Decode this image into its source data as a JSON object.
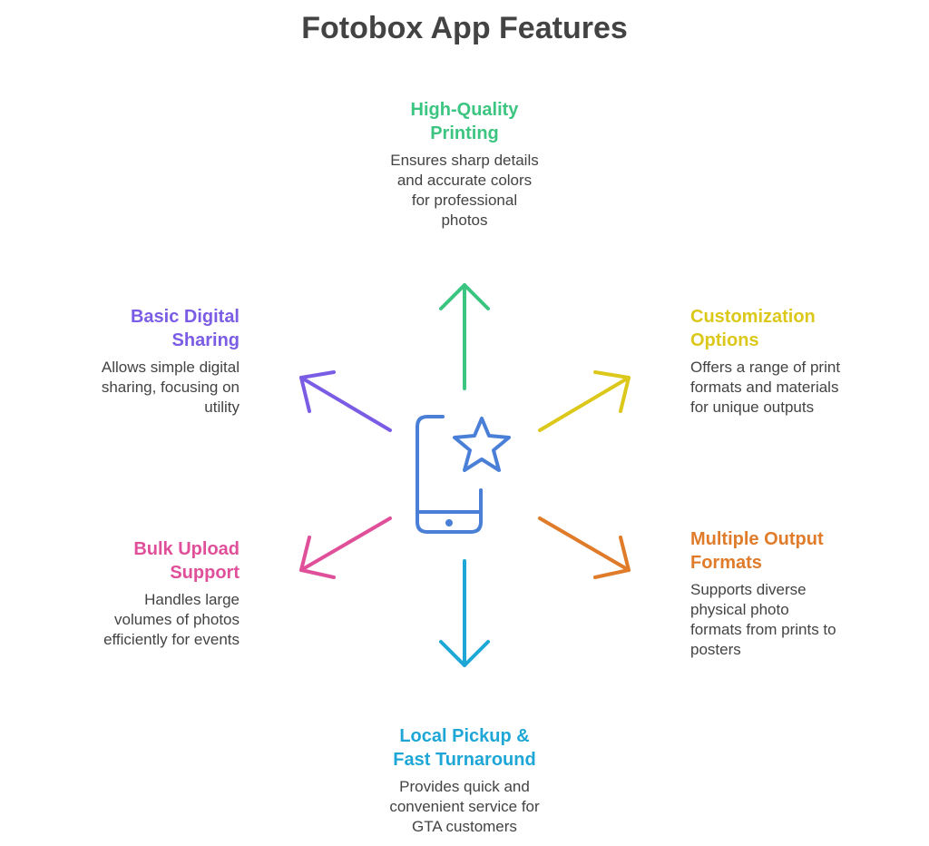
{
  "title": "Fotobox App Features",
  "features": [
    {
      "id": "top",
      "title_lines": [
        "High-Quality",
        "Printing"
      ],
      "desc_lines": [
        "Ensures sharp details",
        "and accurate colors",
        "for professional",
        "photos"
      ],
      "color": "#3cc581"
    },
    {
      "id": "top-right",
      "title_lines": [
        "Customization",
        "Options"
      ],
      "desc_lines": [
        "Offers a range of print",
        "formats and materials",
        "for unique outputs"
      ],
      "color": "#dcc81a"
    },
    {
      "id": "bottom-right",
      "title_lines": [
        "Multiple Output",
        "Formats"
      ],
      "desc_lines": [
        "Supports diverse",
        "physical photo",
        "formats from prints to",
        "posters"
      ],
      "color": "#e07b2a"
    },
    {
      "id": "bottom",
      "title_lines": [
        "Local Pickup &",
        "Fast Turnaround"
      ],
      "desc_lines": [
        "Provides quick and",
        "convenient service for",
        "GTA customers"
      ],
      "color": "#1ea7d6"
    },
    {
      "id": "bottom-left",
      "title_lines": [
        "Bulk Upload",
        "Support"
      ],
      "desc_lines": [
        "Handles large",
        "volumes of photos",
        "efficiently for events"
      ],
      "color": "#e0509a"
    },
    {
      "id": "top-left",
      "title_lines": [
        "Basic Digital",
        "Sharing"
      ],
      "desc_lines": [
        "Allows simple digital",
        "sharing, focusing on",
        "utility"
      ],
      "color": "#7b5ce5"
    }
  ],
  "center_icon": {
    "name": "phone-star-icon",
    "color": "#4a7fd8"
  }
}
